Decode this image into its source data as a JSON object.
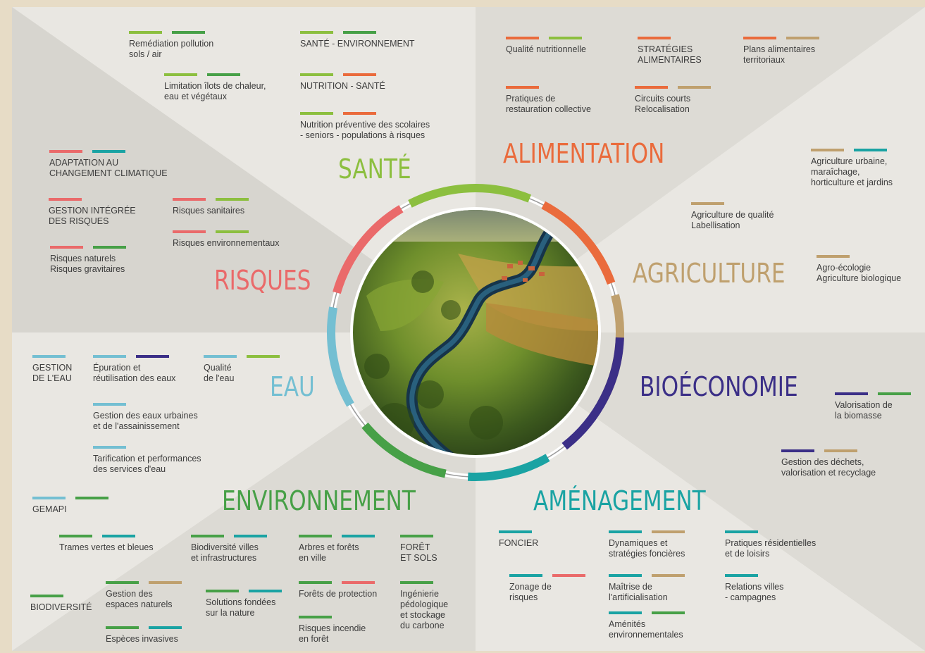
{
  "colors": {
    "sante": "#8cbf3f",
    "alimentation": "#ea6b3c",
    "agriculture": "#bfa06e",
    "bioeconomie": "#3b2f87",
    "amenagement": "#1aa3a3",
    "environnement": "#47a047",
    "eau": "#74bfd2",
    "risques": "#ea6a6a"
  },
  "themes": {
    "sante": "SANTÉ",
    "alimentation": "ALIMENTATION",
    "agriculture": "AGRICULTURE",
    "bioeconomie": "BIOÉCONOMIE",
    "amenagement": "AMÉNAGEMENT",
    "environnement": "ENVIRONNEMENT",
    "eau": "EAU",
    "risques": "RISQUES"
  },
  "central_image": "aerial-river-landscape-photo",
  "items": [
    {
      "text": "Remédiation pollution\nsols / air",
      "colors": [
        "sante",
        "environnement"
      ]
    },
    {
      "text": "Limitation îlots de chaleur,\neau et végétaux",
      "colors": [
        "sante",
        "environnement"
      ]
    },
    {
      "text": "SANTÉ - ENVIRONNEMENT",
      "colors": [
        "sante",
        "environnement"
      ]
    },
    {
      "text": "NUTRITION - SANTÉ",
      "colors": [
        "sante",
        "alimentation"
      ]
    },
    {
      "text": "Nutrition préventive des scolaires\n- seniors - populations à risques",
      "colors": [
        "sante",
        "alimentation"
      ]
    },
    {
      "text": "Qualité nutritionnelle",
      "colors": [
        "alimentation",
        "sante"
      ]
    },
    {
      "text": "STRATÉGIES\nALIMENTAIRES",
      "colors": [
        "alimentation"
      ]
    },
    {
      "text": "Plans alimentaires\nterritoriaux",
      "colors": [
        "alimentation",
        "agriculture"
      ]
    },
    {
      "text": "Pratiques de\nrestauration collective",
      "colors": [
        "alimentation"
      ]
    },
    {
      "text": "Circuits courts\nRelocalisation",
      "colors": [
        "alimentation",
        "agriculture"
      ]
    },
    {
      "text": "Agriculture urbaine,\nmaraîchage,\nhorticulture et jardins",
      "colors": [
        "agriculture",
        "amenagement"
      ]
    },
    {
      "text": "Agriculture de qualité\nLabellisation",
      "colors": [
        "agriculture"
      ]
    },
    {
      "text": "Agro-écologie\nAgriculture biologique",
      "colors": [
        "agriculture"
      ]
    },
    {
      "text": "ADAPTATION AU\nCHANGEMENT CLIMATIQUE",
      "colors": [
        "risques",
        "amenagement"
      ]
    },
    {
      "text": "GESTION INTÉGRÉE\nDES RISQUES",
      "colors": [
        "risques"
      ]
    },
    {
      "text": "Risques sanitaires",
      "colors": [
        "risques",
        "sante"
      ]
    },
    {
      "text": "Risques environnementaux",
      "colors": [
        "risques",
        "sante"
      ]
    },
    {
      "text": "Risques naturels\nRisques gravitaires",
      "colors": [
        "risques",
        "environnement"
      ]
    },
    {
      "text": "GESTION\nDE L'EAU",
      "colors": [
        "eau"
      ]
    },
    {
      "text": "Épuration et\nréutilisation des eaux",
      "colors": [
        "eau",
        "bioeconomie"
      ]
    },
    {
      "text": "Qualité\nde l'eau",
      "colors": [
        "eau",
        "sante"
      ]
    },
    {
      "text": "Gestion des eaux urbaines\net de l'assainissement",
      "colors": [
        "eau"
      ]
    },
    {
      "text": "Tarification et performances\ndes services d'eau",
      "colors": [
        "eau"
      ]
    },
    {
      "text": "GEMAPI",
      "colors": [
        "eau",
        "environnement"
      ]
    },
    {
      "text": "Valorisation de\nla biomasse",
      "colors": [
        "bioeconomie",
        "environnement"
      ]
    },
    {
      "text": "Gestion des déchets,\nvalorisation et recyclage",
      "colors": [
        "bioeconomie",
        "agriculture"
      ]
    },
    {
      "text": "Trames vertes et bleues",
      "colors": [
        "environnement",
        "amenagement"
      ]
    },
    {
      "text": "Biodiversité villes\net infrastructures",
      "colors": [
        "environnement",
        "amenagement"
      ]
    },
    {
      "text": "Arbres et forêts\nen ville",
      "colors": [
        "environnement",
        "amenagement"
      ]
    },
    {
      "text": "FORÊT\nET SOLS",
      "colors": [
        "environnement"
      ]
    },
    {
      "text": "BIODIVERSITÉ",
      "colors": [
        "environnement"
      ]
    },
    {
      "text": "Gestion des\nespaces naturels",
      "colors": [
        "environnement",
        "agriculture"
      ]
    },
    {
      "text": "Espèces invasives",
      "colors": [
        "environnement",
        "amenagement"
      ]
    },
    {
      "text": "Solutions fondées\nsur la nature",
      "colors": [
        "environnement",
        "amenagement"
      ]
    },
    {
      "text": "Forêts de protection",
      "colors": [
        "environnement",
        "risques"
      ]
    },
    {
      "text": "Risques incendie\nen forêt",
      "colors": [
        "environnement"
      ]
    },
    {
      "text": "Ingénierie\npédologique\net stockage\ndu carbone",
      "colors": [
        "environnement"
      ]
    },
    {
      "text": "FONCIER",
      "colors": [
        "amenagement"
      ]
    },
    {
      "text": "Zonage de\nrisques",
      "colors": [
        "amenagement",
        "risques"
      ]
    },
    {
      "text": "Dynamiques et\nstratégies foncières",
      "colors": [
        "amenagement",
        "agriculture"
      ]
    },
    {
      "text": "Maîtrise de\nl'artificialisation",
      "colors": [
        "amenagement",
        "agriculture"
      ]
    },
    {
      "text": "Aménités\nenvironnementales",
      "colors": [
        "amenagement",
        "environnement"
      ]
    },
    {
      "text": "Pratiques résidentielles\net de loisirs",
      "colors": [
        "amenagement"
      ]
    },
    {
      "text": "Relations villes\n- campagnes",
      "colors": [
        "amenagement"
      ]
    }
  ]
}
